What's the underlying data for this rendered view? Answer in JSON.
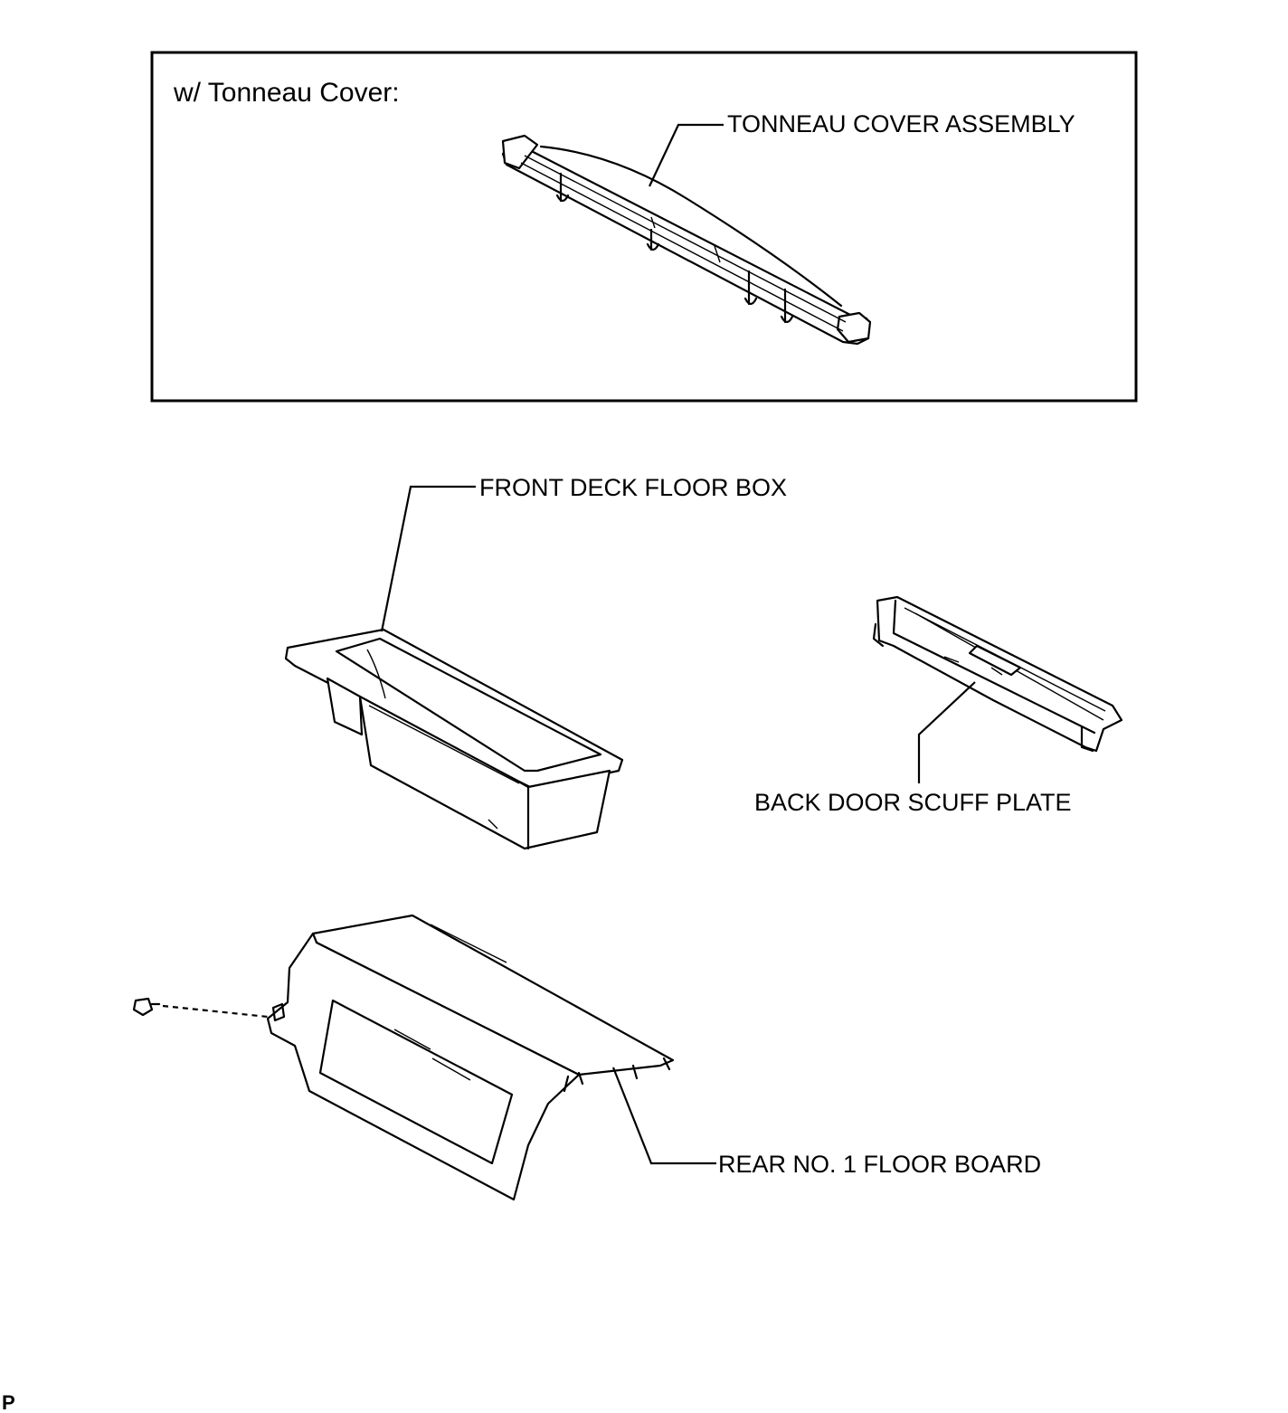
{
  "inset": {
    "title": "w/ Tonneau Cover:",
    "label": "TONNEAU COVER ASSEMBLY"
  },
  "labels": {
    "front_deck_floor_box": "FRONT DECK FLOOR BOX",
    "back_door_scuff_plate": "BACK DOOR SCUFF PLATE",
    "rear_no1_floor_board": "REAR NO. 1 FLOOR BOARD"
  },
  "corner_code": "P",
  "colors": {
    "ink": "#000000",
    "paper": "#ffffff"
  }
}
